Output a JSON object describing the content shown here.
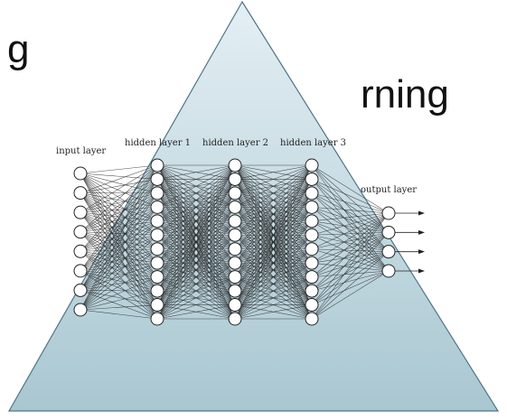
{
  "header": {
    "left_fragment": "g",
    "right_fragment": "rning"
  },
  "pyramid": {
    "fill_top": "#e4eff4",
    "fill_bottom": "#a9c7d1",
    "stroke": "#4f7586"
  },
  "network": {
    "layers": [
      {
        "label": "input layer",
        "neurons": 8
      },
      {
        "label": "hidden layer 1",
        "neurons": 12
      },
      {
        "label": "hidden layer 2",
        "neurons": 12
      },
      {
        "label": "hidden layer 3",
        "neurons": 12
      },
      {
        "label": "output layer",
        "neurons": 4
      }
    ],
    "output_arrows": 4,
    "edge_color": "#222222",
    "neuron_fill": "#ffffff",
    "neuron_stroke": "#222222"
  }
}
